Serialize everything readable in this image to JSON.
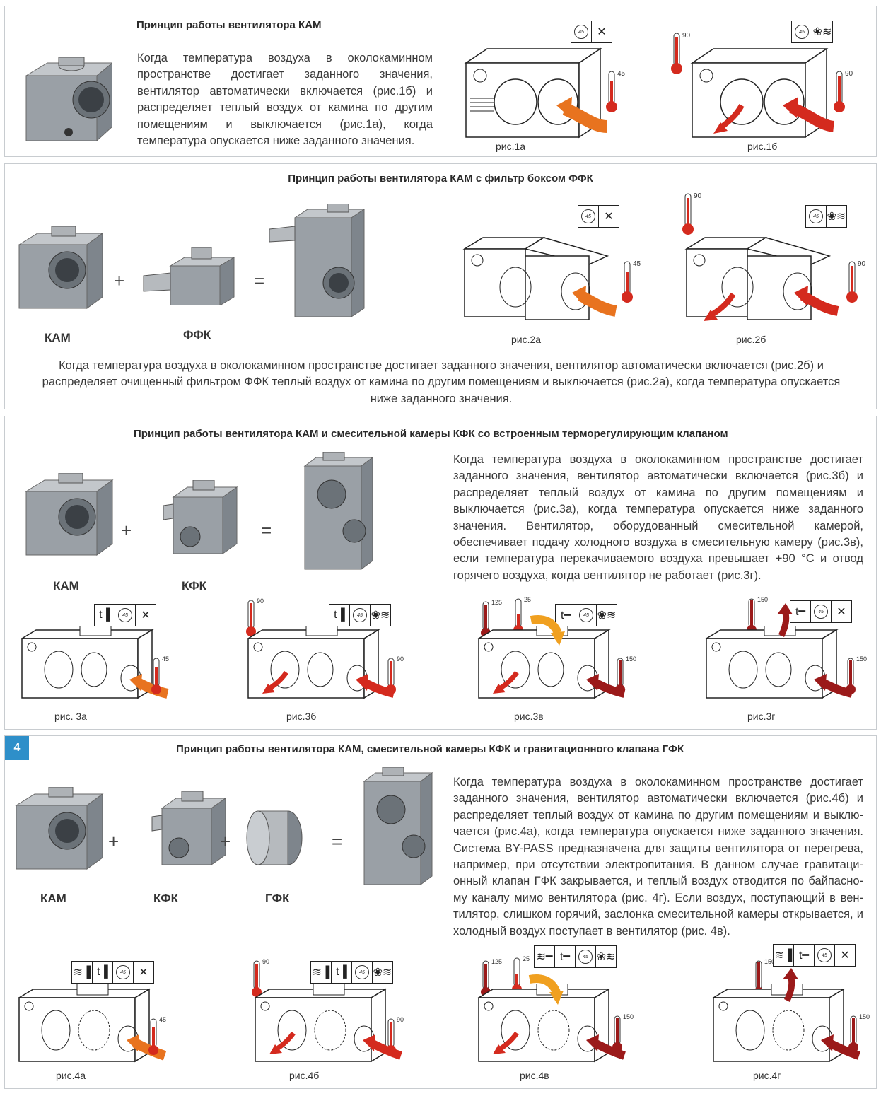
{
  "section1": {
    "title": "Принцип работы вентилятора КАМ",
    "text": "Когда температура воздуха в околокаминном пространстве достигает заданного значения, вентилятор автоматически включается (рис.1б) и распределяет теплый воздух от камина по другим помещениям и выключается (рис.1а), когда температура опускается ниже заданного значения.",
    "captions": [
      "рис.1а",
      "рис.1б"
    ],
    "temps": [
      "45",
      "90",
      "90"
    ]
  },
  "section2": {
    "title": "Принцип работы вентилятора КАМ с фильтр боксом ФФК",
    "labels": [
      "КАМ",
      "ФФК"
    ],
    "plus": "+",
    "equals": "=",
    "captions": [
      "рис.2а",
      "рис.2б"
    ],
    "temps": [
      "45",
      "90",
      "90"
    ],
    "text": "Когда температура воздуха в околокаминном пространстве достигает заданного значения, вентилятор автоматически включается (рис.2б) и распределяет очищенный фильтром ФФК теплый воздух от камина по другим помещениям и выключается (рис.2а), когда температура опускается ниже заданного значения."
  },
  "section3": {
    "title": "Принцип работы вентилятора КАМ и смесительной камеры КФК со встроенным терморегулирующим клапаном",
    "labels": [
      "КАМ",
      "КФК"
    ],
    "plus": "+",
    "equals": "=",
    "text": "Когда температура воздуха в околокаминном пространстве достигает заданного значения, вентилятор автоматически включается (рис.3б) и распределяет теплый воздух от камина по другим помещениям и выключается (рис.3а), когда температура опускается ниже заданного значения. Вентилятор, оборудованный смесительной камерой, обеспечивает подачу холодного воздуха в смесительную камеру (рис.3в), если температура перекачиваемого воздуха превышает +90 °С и отвод горячего воздуха, когда вентилятор не работает (рис.3г).",
    "captions": [
      "рис. 3а",
      "рис.3б",
      "рис.3в",
      "рис.3г"
    ],
    "temps": [
      "45",
      "90",
      "90",
      "125",
      "25",
      "150",
      "150",
      "150"
    ]
  },
  "section4": {
    "badge": "4",
    "title": "Принцип работы вентилятора КАМ, смесительной камеры КФК и гравитационного клапана ГФК",
    "labels": [
      "КАМ",
      "КФК",
      "ГФК"
    ],
    "plus": "+",
    "equals": "=",
    "text": "Когда температура воздуха в околокаминном пространстве достигает заданного значения, вентилятор автоматически включается (рис.4б) и распределяет теплый воздух от камина по другим помещениям и выклю-чается (рис.4а), когда температура опускается ниже заданного значения. Система BY-PASS предназначена для защиты вентилятора от перегрева, например, при отсутствии электропитания. В данном случае гравитаци-онный клапан ГФК закрывается, и теплый воздух отводится по байпасно-му каналу мимо вентилятора (рис. 4г). Если воздух, поступающий в вен-тилятор, слишком горячий, заслонка смесительной камеры открывается, и холодный воздух поступает в вентилятор (рис. 4в).",
    "captions": [
      "рис.4а",
      "рис.4б",
      "рис.4в",
      "рис.4г"
    ],
    "temps": [
      "45",
      "90",
      "90",
      "125",
      "25",
      "150",
      "150",
      "150"
    ]
  },
  "colors": {
    "arrow_warm": "#e8731f",
    "arrow_hot": "#d42a1e",
    "arrow_dark": "#9b1a1a",
    "arrow_cold": "#f0a020",
    "badge": "#2e8fc9",
    "border": "#c8ccd0"
  },
  "icons": {
    "dial": "45",
    "fan_off": "fan-x-icon",
    "fan_on": "fan-on-icon"
  }
}
